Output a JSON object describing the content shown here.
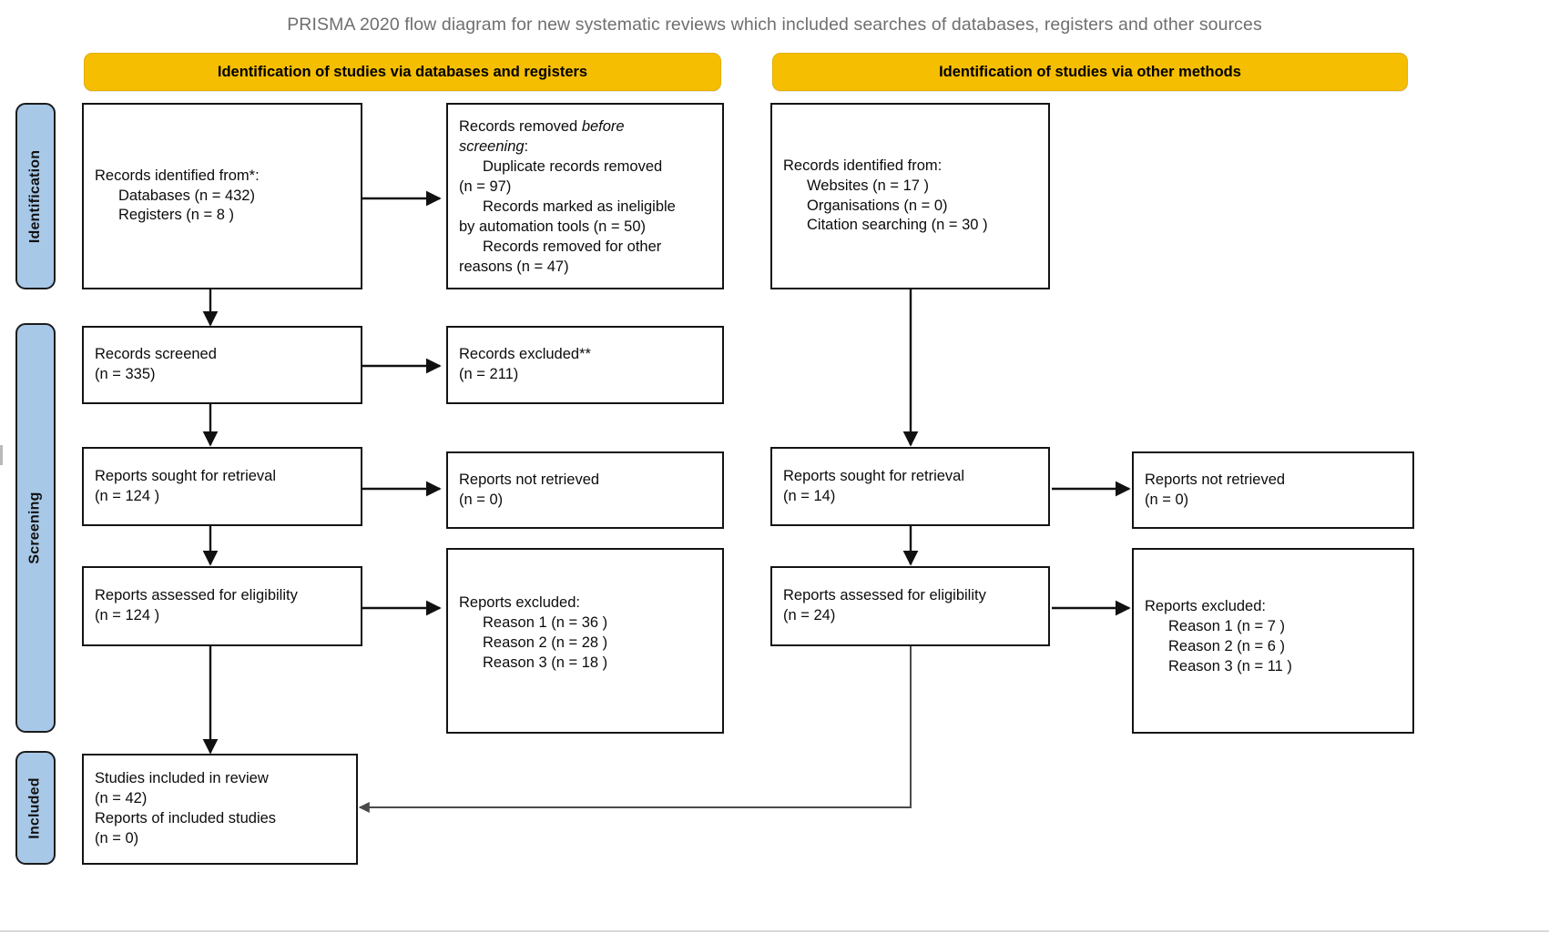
{
  "title": "PRISMA 2020 flow diagram for new systematic reviews which included searches of databases, registers and other sources",
  "colors": {
    "header_yellow": "#F6BE00",
    "stage_blue": "#A8C8E8",
    "box_border": "#141414",
    "title_gray": "#6f6f6f"
  },
  "column_headers": {
    "databases": "Identification of studies via databases and registers",
    "other": "Identification of studies via other methods"
  },
  "stages": [
    {
      "key": "identification",
      "label": "Identification"
    },
    {
      "key": "screening",
      "label": "Screening"
    },
    {
      "key": "included",
      "label": "Included"
    }
  ],
  "boxes": {
    "records_identified": {
      "line1": "Records identified from*:",
      "line2": "Databases (n = 432)",
      "line3": "Registers (n = 8 )"
    },
    "records_removed": {
      "line1_a": "Records removed ",
      "line1_b": "before",
      "line2_a": "screening",
      "line2_b": ":",
      "line3": "Duplicate records removed",
      "line4": "(n = 97)",
      "line5": "Records marked as ineligible",
      "line6": "by automation tools (n = 50)",
      "line7": "Records removed for other",
      "line8": "reasons (n = 47)"
    },
    "records_screened": {
      "line1": "Records screened",
      "line2": "(n = 335)"
    },
    "records_excluded": {
      "line1": "Records excluded**",
      "line2": "(n = 211)"
    },
    "reports_sought_db": {
      "line1": "Reports sought for retrieval",
      "line2": "(n = 124 )"
    },
    "reports_not_retrieved_db": {
      "line1": "Reports not retrieved",
      "line2": "(n = 0)"
    },
    "reports_assessed_db": {
      "line1": "Reports assessed for eligibility",
      "line2": "(n = 124 )"
    },
    "reports_excluded_db": {
      "line1": "Reports excluded:",
      "line2": "Reason 1 (n = 36 )",
      "line3": "Reason 2 (n = 28 )",
      "line4": "Reason 3 (n = 18 )"
    },
    "records_identified_other": {
      "line1": "Records identified from:",
      "line2": "Websites (n = 17 )",
      "line3": "Organisations (n = 0)",
      "line4": "Citation searching (n = 30 )"
    },
    "reports_sought_other": {
      "line1": "Reports sought for retrieval",
      "line2": "(n = 14)"
    },
    "reports_not_retrieved_other": {
      "line1": "Reports not retrieved",
      "line2": "(n = 0)"
    },
    "reports_assessed_other": {
      "line1": "Reports assessed for eligibility",
      "line2": "(n = 24)"
    },
    "reports_excluded_other": {
      "line1": "Reports excluded:",
      "line2": "Reason 1 (n = 7 )",
      "line3": "Reason 2 (n = 6 )",
      "line4": "Reason 3 (n = 11 )"
    },
    "studies_included": {
      "line1": "Studies included in review",
      "line2": "(n = 42)",
      "line3": "Reports of included studies",
      "line4": "(n = 0)"
    }
  },
  "chart_data": {
    "type": "diagram",
    "diagram_kind": "PRISMA 2020 flow diagram",
    "nodes": [
      {
        "id": "records_identified",
        "stage": "Identification",
        "column": "databases",
        "counts": {
          "Databases": 432,
          "Registers": 8
        }
      },
      {
        "id": "records_removed",
        "stage": "Identification",
        "column": "databases",
        "counts": {
          "Duplicate records removed": 97,
          "Records marked as ineligible by automation tools": 50,
          "Records removed for other reasons": 47
        }
      },
      {
        "id": "records_screened",
        "stage": "Screening",
        "column": "databases",
        "counts": {
          "n": 335
        }
      },
      {
        "id": "records_excluded",
        "stage": "Screening",
        "column": "databases",
        "counts": {
          "n": 211
        }
      },
      {
        "id": "reports_sought_db",
        "stage": "Screening",
        "column": "databases",
        "counts": {
          "n": 124
        }
      },
      {
        "id": "reports_not_retrieved_db",
        "stage": "Screening",
        "column": "databases",
        "counts": {
          "n": 0
        }
      },
      {
        "id": "reports_assessed_db",
        "stage": "Screening",
        "column": "databases",
        "counts": {
          "n": 124
        }
      },
      {
        "id": "reports_excluded_db",
        "stage": "Screening",
        "column": "databases",
        "counts": {
          "Reason 1": 36,
          "Reason 2": 28,
          "Reason 3": 18
        }
      },
      {
        "id": "records_identified_other",
        "stage": "Identification",
        "column": "other",
        "counts": {
          "Websites": 17,
          "Organisations": 0,
          "Citation searching": 30
        }
      },
      {
        "id": "reports_sought_other",
        "stage": "Screening",
        "column": "other",
        "counts": {
          "n": 14
        }
      },
      {
        "id": "reports_not_retrieved_other",
        "stage": "Screening",
        "column": "other",
        "counts": {
          "n": 0
        }
      },
      {
        "id": "reports_assessed_other",
        "stage": "Screening",
        "column": "other",
        "counts": {
          "n": 24
        }
      },
      {
        "id": "reports_excluded_other",
        "stage": "Screening",
        "column": "other",
        "counts": {
          "Reason 1": 7,
          "Reason 2": 6,
          "Reason 3": 11
        }
      },
      {
        "id": "studies_included",
        "stage": "Included",
        "column": "databases",
        "counts": {
          "Studies included in review": 42,
          "Reports of included studies": 0
        }
      }
    ],
    "edges": [
      {
        "from": "records_identified",
        "to": "records_removed"
      },
      {
        "from": "records_identified",
        "to": "records_screened"
      },
      {
        "from": "records_screened",
        "to": "records_excluded"
      },
      {
        "from": "records_screened",
        "to": "reports_sought_db"
      },
      {
        "from": "reports_sought_db",
        "to": "reports_not_retrieved_db"
      },
      {
        "from": "reports_sought_db",
        "to": "reports_assessed_db"
      },
      {
        "from": "reports_assessed_db",
        "to": "reports_excluded_db"
      },
      {
        "from": "reports_assessed_db",
        "to": "studies_included"
      },
      {
        "from": "records_identified_other",
        "to": "reports_sought_other"
      },
      {
        "from": "reports_sought_other",
        "to": "reports_not_retrieved_other"
      },
      {
        "from": "reports_sought_other",
        "to": "reports_assessed_other"
      },
      {
        "from": "reports_assessed_other",
        "to": "reports_excluded_other"
      },
      {
        "from": "reports_assessed_other",
        "to": "studies_included"
      }
    ]
  }
}
